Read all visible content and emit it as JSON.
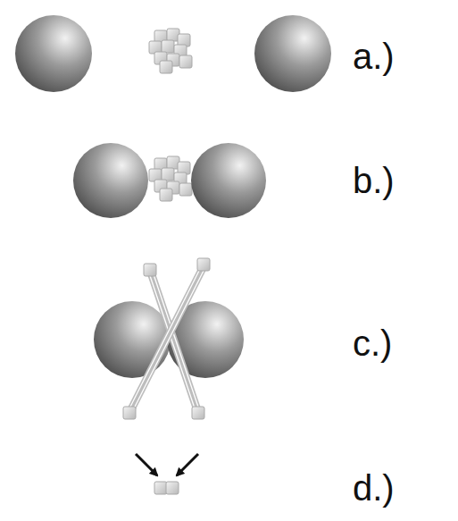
{
  "diagram": {
    "labels": [
      "a.)",
      "b.)",
      "c.)",
      "d.)"
    ]
  }
}
